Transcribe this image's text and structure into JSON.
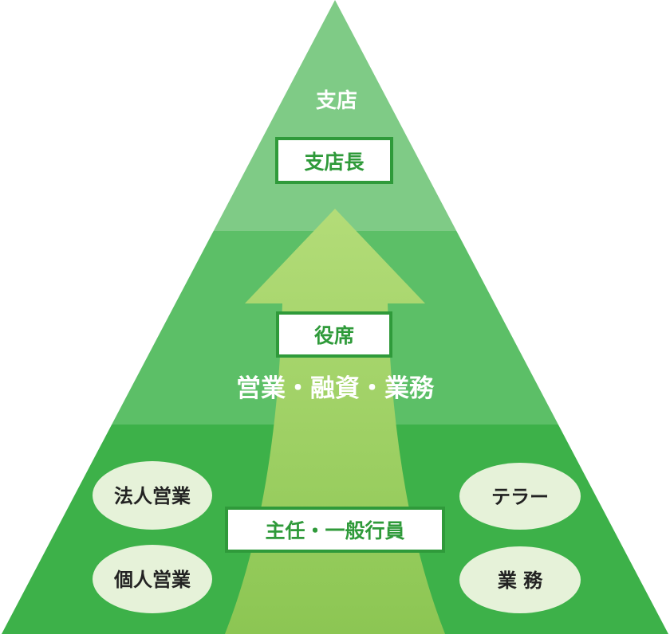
{
  "tiers": {
    "top": {
      "heading": "支店",
      "role": "支店長"
    },
    "middle": {
      "role": "役席",
      "duties": "営業・融資・業務"
    },
    "bottom": {
      "role": "主任・一般行員",
      "left_items": [
        "法人営業",
        "個人営業"
      ],
      "right_items": [
        "テラー",
        "業 務"
      ]
    }
  },
  "colors": {
    "tier_top": "#7fcb86",
    "tier_middle": "#5cbf67",
    "tier_bottom": "#3db149",
    "arrow_top": "#b3dc78",
    "arrow_bottom": "#8cc653",
    "box_border": "#2f9a3a",
    "box_text": "#2f9a3a",
    "ellipse_fill": "#e6f2d9",
    "ellipse_text": "#222222",
    "white_text": "#ffffff"
  }
}
